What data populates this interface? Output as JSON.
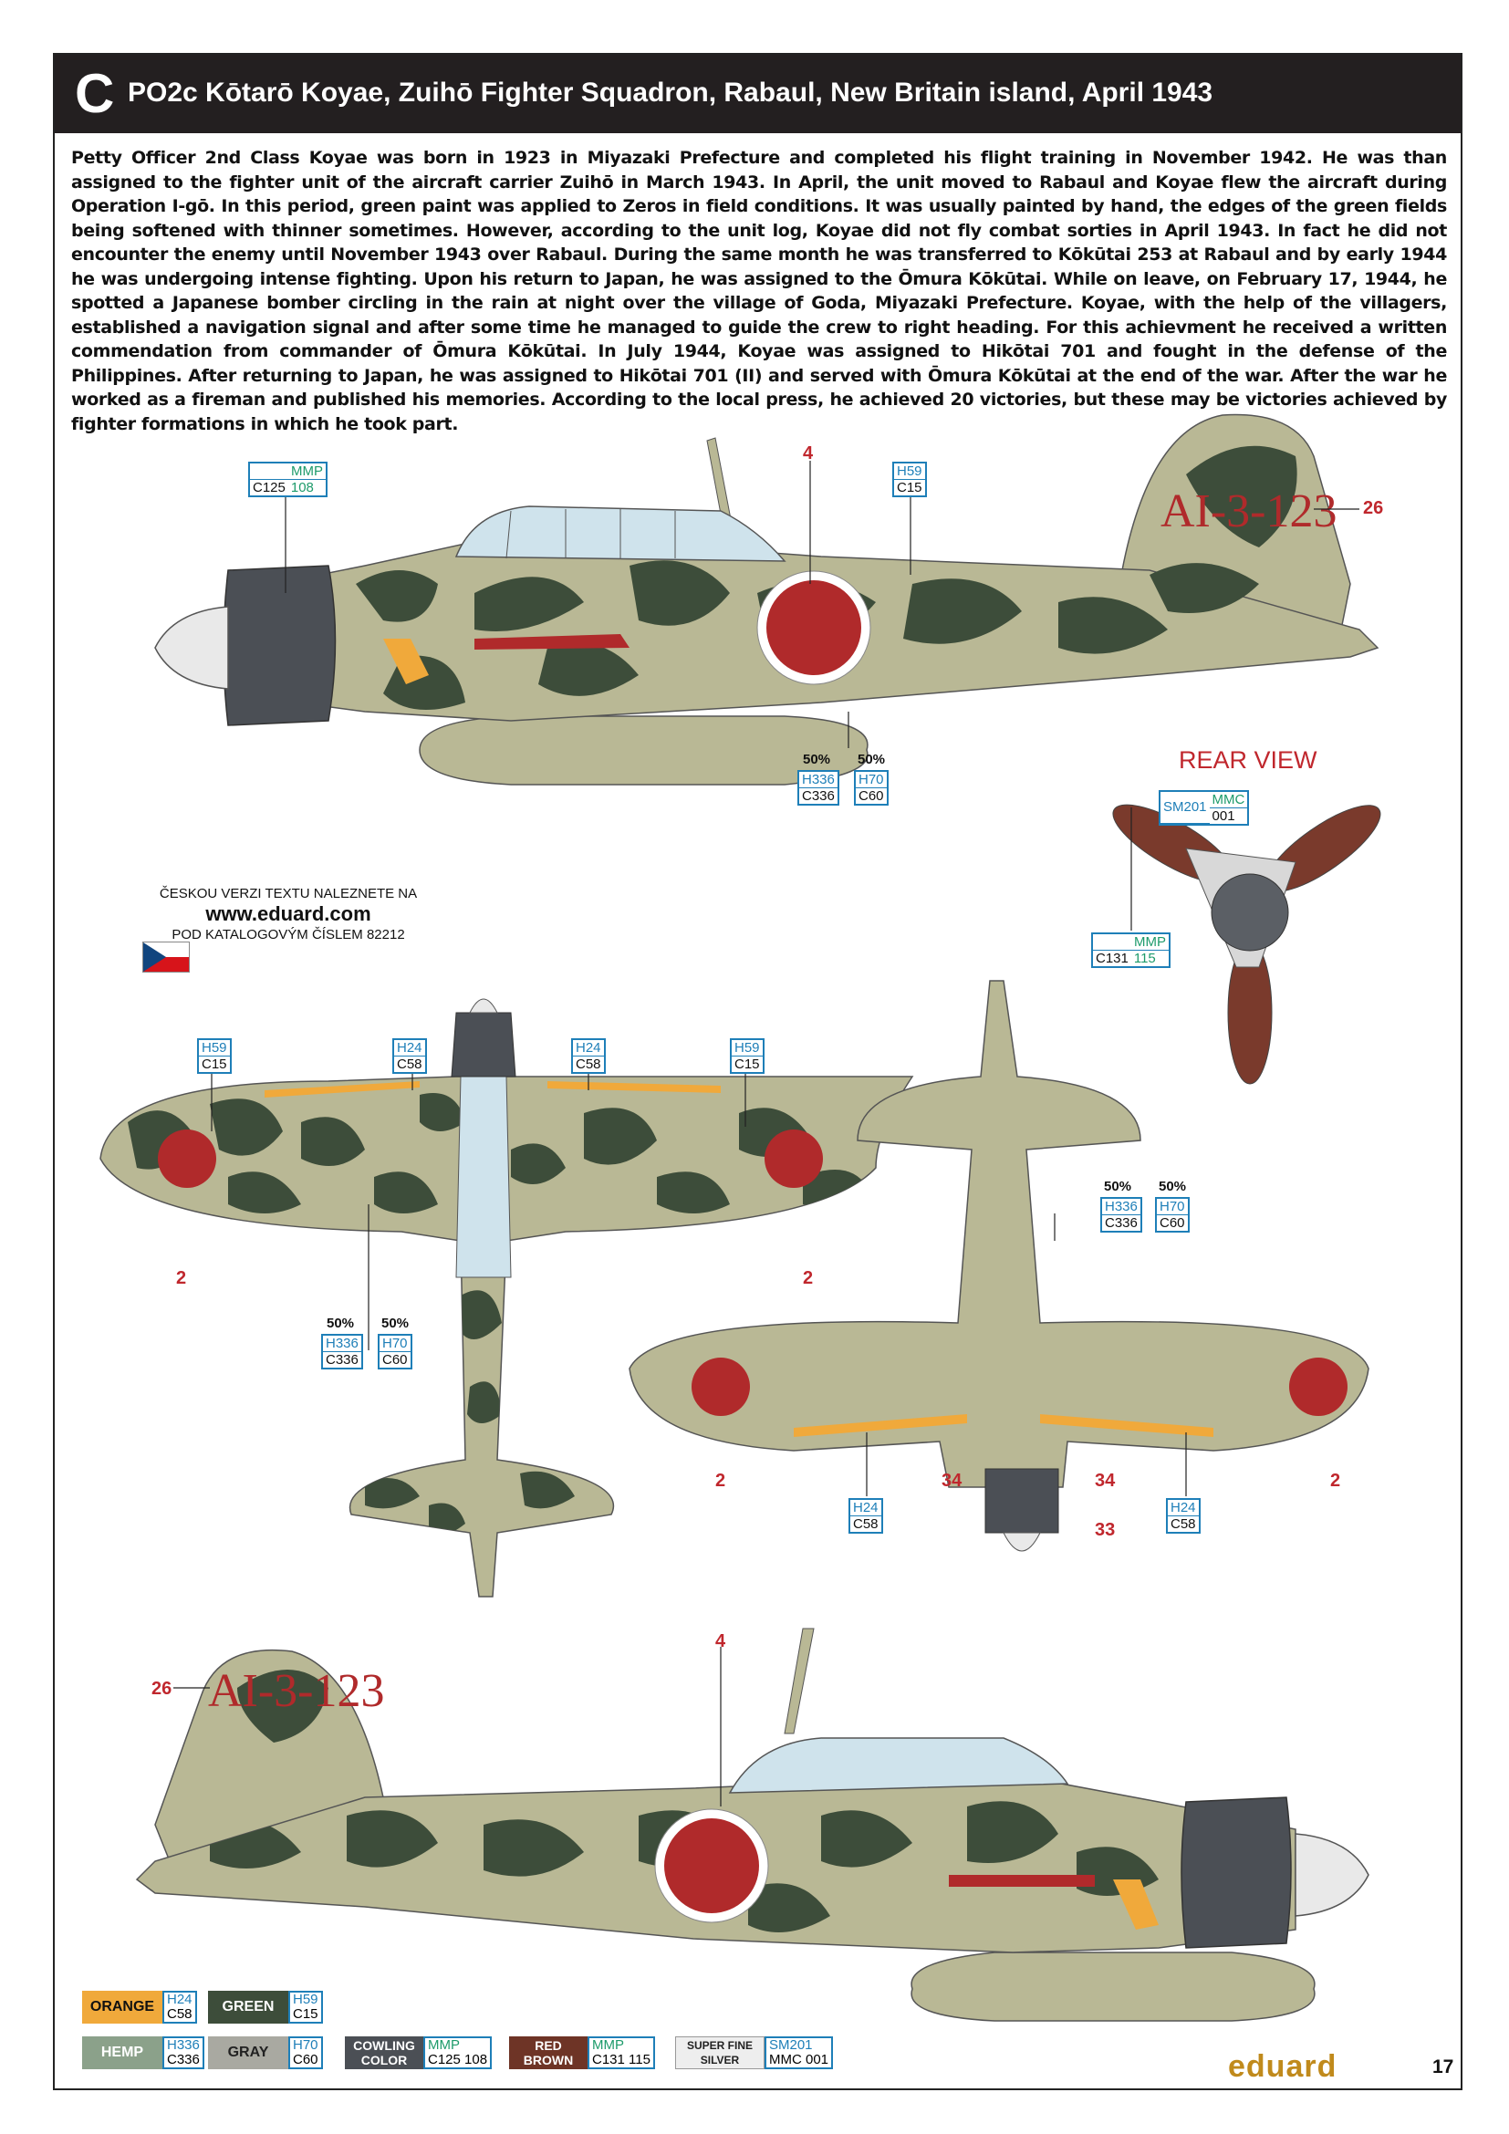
{
  "header": {
    "letter": "C",
    "title": "PO2c Kōtarō Koyae, Zuihō Fighter Squadron, Rabaul, New Britain island, April 1943"
  },
  "bio": "Petty Officer 2nd Class Koyae was born in 1923 in Miyazaki Prefecture and completed his flight training in November 1942. He was than assigned to the fighter unit of the aircraft carrier Zuihō in March 1943. In April, the unit moved to Rabaul and Koyae flew the aircraft during Operation I-gō. In this period, green paint was applied to Zeros in field conditions. It was usually painted by hand, the edges of the green fields being softened with thinner sometimes. However, according to the unit log, Koyae did not fly combat sorties in April 1943. In fact he did not encounter the enemy until November 1943 over Rabaul. During the same month he was transferred to Kōkūtai 253 at Rabaul and by early 1944 he was undergoing intense fighting. Upon his return to Japan, he was assigned to the Ōmura Kōkūtai. While on leave, on February 17, 1944, he spotted a Japanese bomber circling in the rain at night over the village of Goda, Miyazaki Prefecture. Koyae, with the help of the villagers, established a navigation signal and after some time he managed to guide the crew to right heading. For this achievment he received a written commendation from commander of Ōmura Kōkūtai. In July 1944, Koyae was assigned to Hikōtai 701 and fought in the defense of the Philippines. After returning to Japan, he was assigned to Hikōtai 701 (II) and served with Ōmura Kōkūtai at the end of the war. After the war he worked as a fireman and published his memories. According to the local press, he achieved 20 victories, but these may be victories achieved by fighter formations in which he took part.",
  "tail_code": "AI-3-123",
  "rear_view_label": "REAR VIEW",
  "czech_note": {
    "line1": "ČESKOU VERZI TEXTU NALEZNETE NA",
    "url": "www.eduard.com",
    "line3": "POD KATALOGOVÝM ČÍSLEM 82212"
  },
  "codes": {
    "cowling": {
      "l1": "",
      "r1": "MMP",
      "l2": "C125",
      "r2": "108"
    },
    "green": {
      "l1": "H59",
      "l2": "C15"
    },
    "orange": {
      "l1": "H24",
      "l2": "C58"
    },
    "hemp": {
      "l1": "H336",
      "l2": "C336"
    },
    "gray": {
      "l1": "H70",
      "l2": "C60"
    },
    "silver": {
      "l1": "SM201",
      "r1": "MMC",
      "r2": "001"
    },
    "brown": {
      "l1": "",
      "r1": "MMP",
      "l2": "C131",
      "r2": "115"
    }
  },
  "pct": {
    "a": "50%",
    "b": "50%"
  },
  "callouts": {
    "n4": "4",
    "n26": "26",
    "n2": "2",
    "n34": "34",
    "n33": "33"
  },
  "legend": {
    "orange": {
      "name": "ORANGE",
      "c1": "H24",
      "c2": "C58"
    },
    "green": {
      "name": "GREEN",
      "c1": "H59",
      "c2": "C15"
    },
    "hemp": {
      "name": "HEMP",
      "c1": "H336",
      "c2": "C336"
    },
    "gray": {
      "name": "GRAY",
      "c1": "H70",
      "c2": "C60"
    },
    "cowling": {
      "name": "COWLING COLOR",
      "c1": "MMP",
      "c2": "C125 108"
    },
    "redbrown": {
      "name": "RED BROWN",
      "c1": "MMP",
      "c2": "C131 115"
    },
    "silver": {
      "name": "SUPER FINE SILVER",
      "c1": "SM201",
      "c2": "MMC 001"
    }
  },
  "colors": {
    "hemp": "#b9b895",
    "green": "#3d4d3a",
    "orange": "#f0a93b",
    "cowling": "#4b4f55",
    "hinomaru": "#b02a2b",
    "red_brown": "#7a3a2c",
    "gray": "#a9a9a1"
  },
  "brand": "eduard",
  "page_number": "17"
}
